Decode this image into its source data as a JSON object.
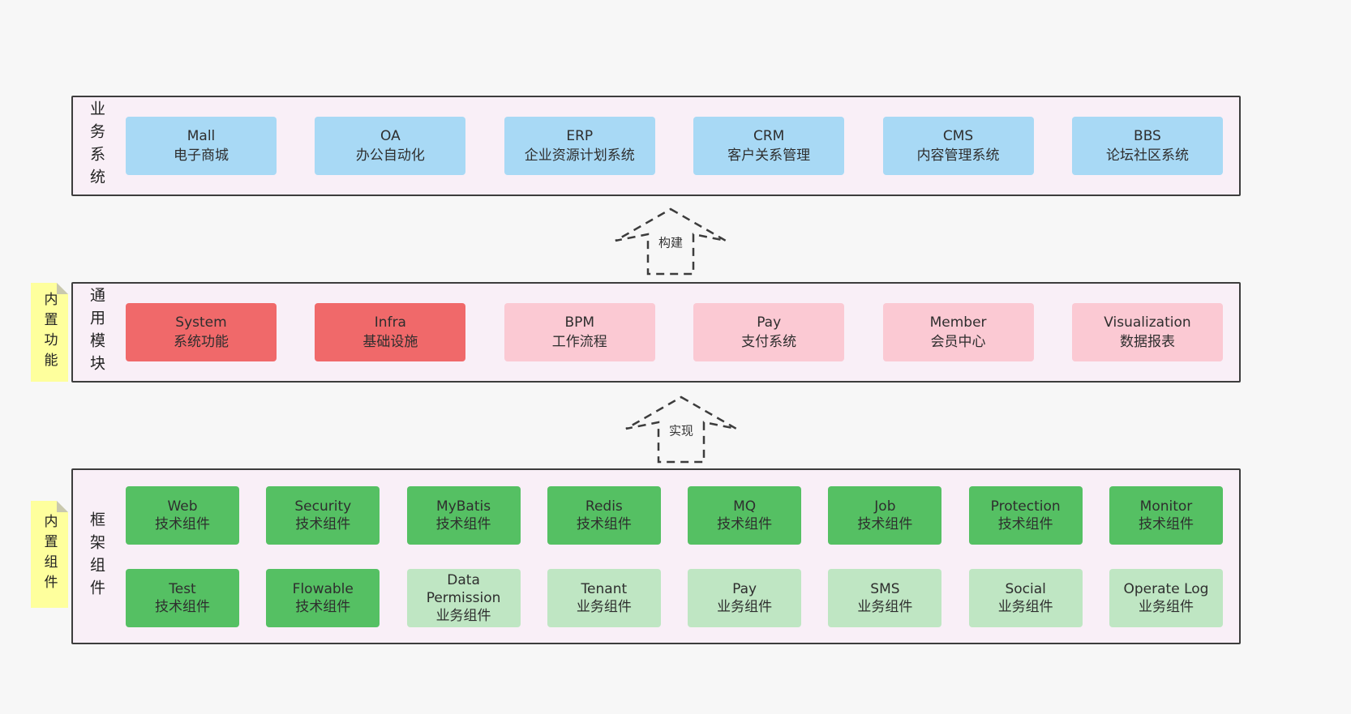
{
  "colors": {
    "page_bg": "#f7f7f7",
    "band_bg": "#f9eff7",
    "band_border": "#3d3d3d",
    "blue_box": "#a8d9f5",
    "red_box": "#f0696a",
    "pink_box": "#fbc9d3",
    "green_box": "#55c063",
    "light_green_box": "#bfe6c3",
    "sticky_yellow": "#feff9d"
  },
  "arrows": [
    {
      "label": "构建"
    },
    {
      "label": "实现"
    }
  ],
  "bands": [
    {
      "label": "业务系统",
      "boxes": [
        {
          "title": "Mall",
          "subtitle": "电子商城"
        },
        {
          "title": "OA",
          "subtitle": "办公自动化"
        },
        {
          "title": "ERP",
          "subtitle": "企业资源计划系统"
        },
        {
          "title": "CRM",
          "subtitle": "客户关系管理"
        },
        {
          "title": "CMS",
          "subtitle": "内容管理系统"
        },
        {
          "title": "BBS",
          "subtitle": "论坛社区系统"
        }
      ]
    },
    {
      "label": "通用模块",
      "sticky": "内置功能",
      "boxes": [
        {
          "title": "System",
          "subtitle": "系统功能"
        },
        {
          "title": "Infra",
          "subtitle": "基础设施"
        },
        {
          "title": "BPM",
          "subtitle": "工作流程"
        },
        {
          "title": "Pay",
          "subtitle": "支付系统"
        },
        {
          "title": "Member",
          "subtitle": "会员中心"
        },
        {
          "title": "Visualization",
          "subtitle": "数据报表"
        }
      ]
    },
    {
      "label": "框架组件",
      "sticky": "内置组件",
      "rows": [
        [
          {
            "title": "Web",
            "subtitle": "技术组件"
          },
          {
            "title": "Security",
            "subtitle": "技术组件"
          },
          {
            "title": "MyBatis",
            "subtitle": "技术组件"
          },
          {
            "title": "Redis",
            "subtitle": "技术组件"
          },
          {
            "title": "MQ",
            "subtitle": "技术组件"
          },
          {
            "title": "Job",
            "subtitle": "技术组件"
          },
          {
            "title": "Protection",
            "subtitle": "技术组件"
          },
          {
            "title": "Monitor",
            "subtitle": "技术组件"
          }
        ],
        [
          {
            "title": "Test",
            "subtitle": "技术组件"
          },
          {
            "title": "Flowable",
            "subtitle": "技术组件"
          },
          {
            "title": "Data Permission",
            "subtitle": "业务组件"
          },
          {
            "title": "Tenant",
            "subtitle": "业务组件"
          },
          {
            "title": "Pay",
            "subtitle": "业务组件"
          },
          {
            "title": "SMS",
            "subtitle": "业务组件"
          },
          {
            "title": "Social",
            "subtitle": "业务组件"
          },
          {
            "title": "Operate Log",
            "subtitle": "业务组件"
          }
        ]
      ]
    }
  ]
}
